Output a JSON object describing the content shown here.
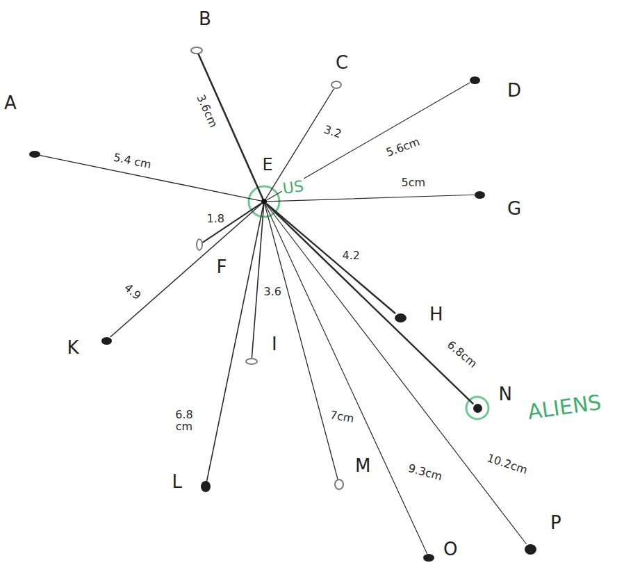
{
  "diagram": {
    "nodes": [
      {
        "text": [
          "A"
        ]
      },
      {
        "text": [
          "B"
        ]
      },
      {
        "text": [
          "C"
        ]
      },
      {
        "text": [
          "D"
        ]
      },
      {
        "text": [
          "E",
          "US"
        ]
      },
      {
        "text": [
          "G"
        ]
      },
      {
        "text": [
          "F"
        ]
      },
      {
        "text": [
          "K"
        ]
      },
      {
        "text": [
          "I"
        ]
      },
      {
        "text": [
          "H"
        ]
      },
      {
        "text": [
          "N",
          "ALIENS"
        ]
      },
      {
        "text": [
          "L"
        ]
      },
      {
        "text": [
          "M"
        ]
      },
      {
        "text": [
          "O"
        ]
      },
      {
        "text": [
          "P"
        ]
      }
    ],
    "edges": [
      {
        "from": 4,
        "to": 0,
        "arrow": "none",
        "label": "5.4 cm"
      },
      {
        "from": 4,
        "to": 1,
        "arrow": "none",
        "label": "3.6cm"
      },
      {
        "from": 4,
        "to": 2,
        "arrow": "none",
        "label": "3.2"
      },
      {
        "from": 4,
        "to": 3,
        "arrow": "none",
        "label": "5.6cm"
      },
      {
        "from": 4,
        "to": 5,
        "arrow": "none",
        "label": "5cm"
      },
      {
        "from": 4,
        "to": 6,
        "arrow": "none",
        "label": "1.8"
      },
      {
        "from": 4,
        "to": 7,
        "arrow": "none",
        "label": "4.9"
      },
      {
        "from": 4,
        "to": 8,
        "arrow": "none",
        "label": "3.6"
      },
      {
        "from": 4,
        "to": 9,
        "arrow": "none",
        "label": "4.2"
      },
      {
        "from": 4,
        "to": 10,
        "arrow": "none",
        "label": "6.8cm"
      },
      {
        "from": 4,
        "to": 11,
        "arrow": "none",
        "label": "6.8 cm"
      },
      {
        "from": 4,
        "to": 12,
        "arrow": "none",
        "label": "7cm"
      },
      {
        "from": 4,
        "to": 13,
        "arrow": "none",
        "label": "9.3cm"
      },
      {
        "from": 4,
        "to": 14,
        "arrow": "none",
        "label": "10.2cm"
      }
    ]
  }
}
